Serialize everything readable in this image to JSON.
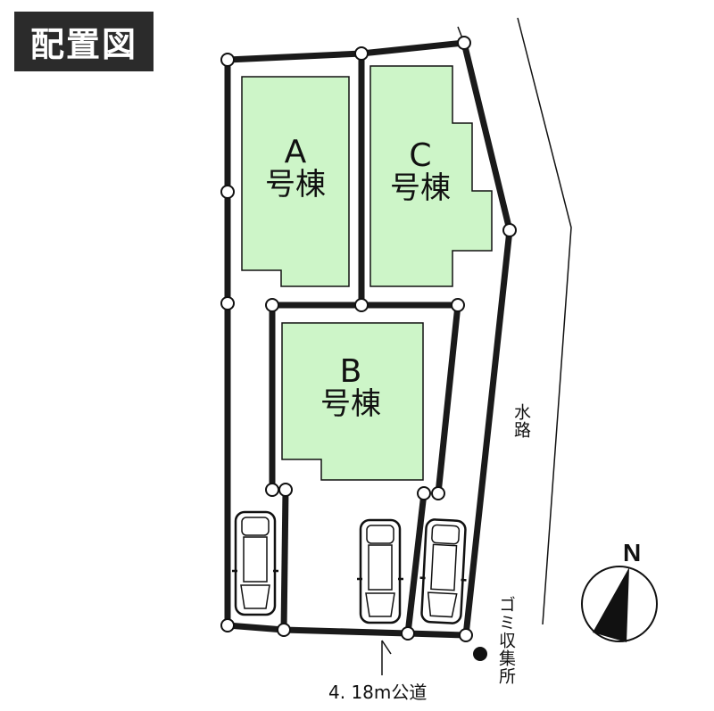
{
  "title": "配置図",
  "buildings": [
    {
      "id": "A",
      "letter": "A",
      "suffix": "号棟"
    },
    {
      "id": "C",
      "letter": "C",
      "suffix": "号棟"
    },
    {
      "id": "B",
      "letter": "B",
      "suffix": "号棟"
    }
  ],
  "labels": {
    "waterway": "水路",
    "garbage": "ゴミ収集所",
    "road": "4. 18m公道",
    "north": "N"
  },
  "colors": {
    "building_fill": "#cdf5c8",
    "boundary": "#1a1a1a",
    "title_bg": "#2b2b2b"
  },
  "parking_spaces": 3
}
